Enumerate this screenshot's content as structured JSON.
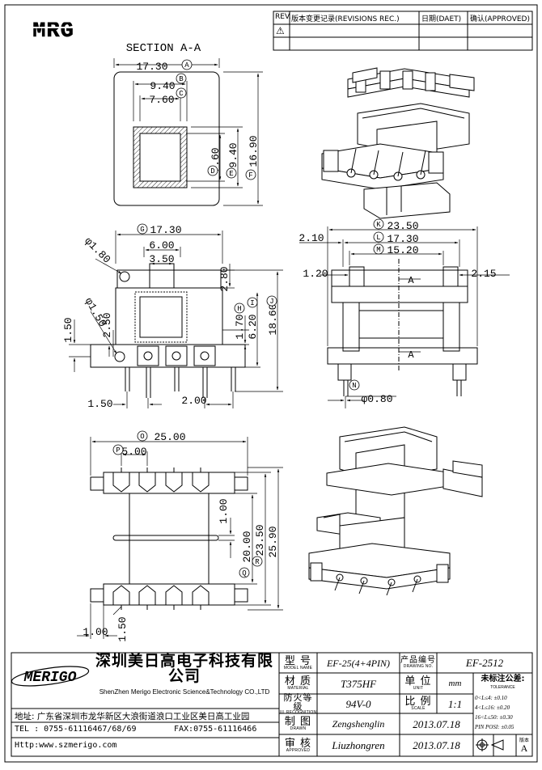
{
  "logo": {
    "text": "MRG"
  },
  "revision": {
    "col_rev": "REV.",
    "col_record": "版本变更记录(REVISIONS REC.)",
    "col_date": "日期(DAET)",
    "col_approved": "确认(APPROVED)",
    "marker": "⚠"
  },
  "section_title": "SECTION A-A",
  "dims": {
    "a": "17.30",
    "b": "9.40",
    "c": "7.60",
    "d": "7.60",
    "e": "9.40",
    "f": "16.90",
    "g": "17.30",
    "g6": "6.00",
    "g35": "3.50",
    "d180": "φ1.80",
    "d150": "φ1.50",
    "v150": "1.50",
    "v250": "2.50",
    "v280": "2.80",
    "h": "1.70",
    "i": "6.20",
    "j": "18.60",
    "b150": "1.50",
    "b200": "2.00",
    "k": "23.50",
    "l": "17.30",
    "m": "15.20",
    "s210": "2.10",
    "s120": "1.20",
    "s215": "2.15",
    "n": "φ0.80",
    "sec_a": "A",
    "o": "25.00",
    "p": "5.00",
    "r100": "1.00",
    "q": "20.00",
    "r": "23.50",
    "rr": "25.90",
    "f100": "1.00",
    "f150": "1.50"
  },
  "callouts": {
    "a": "A",
    "b": "B",
    "c": "C",
    "d": "D",
    "e": "E",
    "f": "F",
    "g": "G",
    "h": "H",
    "i": "I",
    "j": "J",
    "k": "K",
    "l": "L",
    "m": "M",
    "n": "N",
    "o": "O",
    "p": "P",
    "q": "Q",
    "r": "R"
  },
  "title_block": {
    "brand": "MERIGO",
    "company_cn": "深圳美日高电子科技有限公司",
    "company_en": "ShenZhen Merigo Electronic Science&Technology CO.,LTD",
    "address": "地址: 广东省深圳市龙华新区大浪街道浪口工业区美日高工业园",
    "tel": "TEL : 0755-61116467/68/69",
    "fax": "FAX:0755-61116466",
    "http": "Http:www.szmerigo.com",
    "model_label": "型  号",
    "model_label_en": "MODEL NAME",
    "model_value": "EF-25(4+4PIN)",
    "drawing_label": "产品编号",
    "drawing_label_en": "DRAWING NO.",
    "drawing_value": "EF-2512",
    "material_label": "材  质",
    "material_label_en": "MATERIAL",
    "material_value": "T375HF",
    "unit_label": "单  位",
    "unit_label_en": "UNIT",
    "unit_value": "mm",
    "fire_label": "防火等级",
    "fire_label_en": "UL RECOGNITION",
    "fire_value": "94V-0",
    "scale_label": "比  例",
    "scale_label_en": "SCALE",
    "scale_value": "1:1",
    "drawn_label": "制  图",
    "drawn_label_en": "DRAWN",
    "drawn_value": "Zengshenglin",
    "drawn_date": "2013.07.18",
    "approved_label": "审  核",
    "approved_label_en": "APPROVED",
    "approved_value": "Liuzhongren",
    "approved_date": "2013.07.18",
    "tol_title": "未标注公差:",
    "tol_title_en": "TOLERANCE",
    "tol": [
      "0<L≤4: ±0.10",
      "4<L≤16: ±0.20",
      "16<L≤50: ±0.30",
      "PIN POSI: ±0.05"
    ],
    "version_label": "版本",
    "version_value": "A"
  }
}
